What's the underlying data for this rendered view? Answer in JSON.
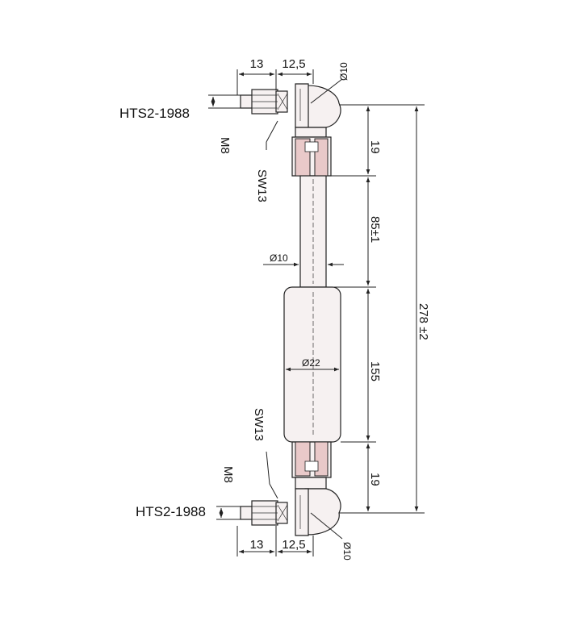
{
  "part_top": "HTS2-1988",
  "part_bottom": "HTS2-1988",
  "dims": {
    "thread_len": "13",
    "end_len": "12,5",
    "ball_dia": "Ø10",
    "thread": "M8",
    "wrench": "SW13",
    "end_fitting": "19",
    "stroke": "85±1",
    "rod_dia": "Ø10",
    "total": "278 ±2",
    "cylinder_dia": "Ø22",
    "cylinder_len": "155"
  }
}
